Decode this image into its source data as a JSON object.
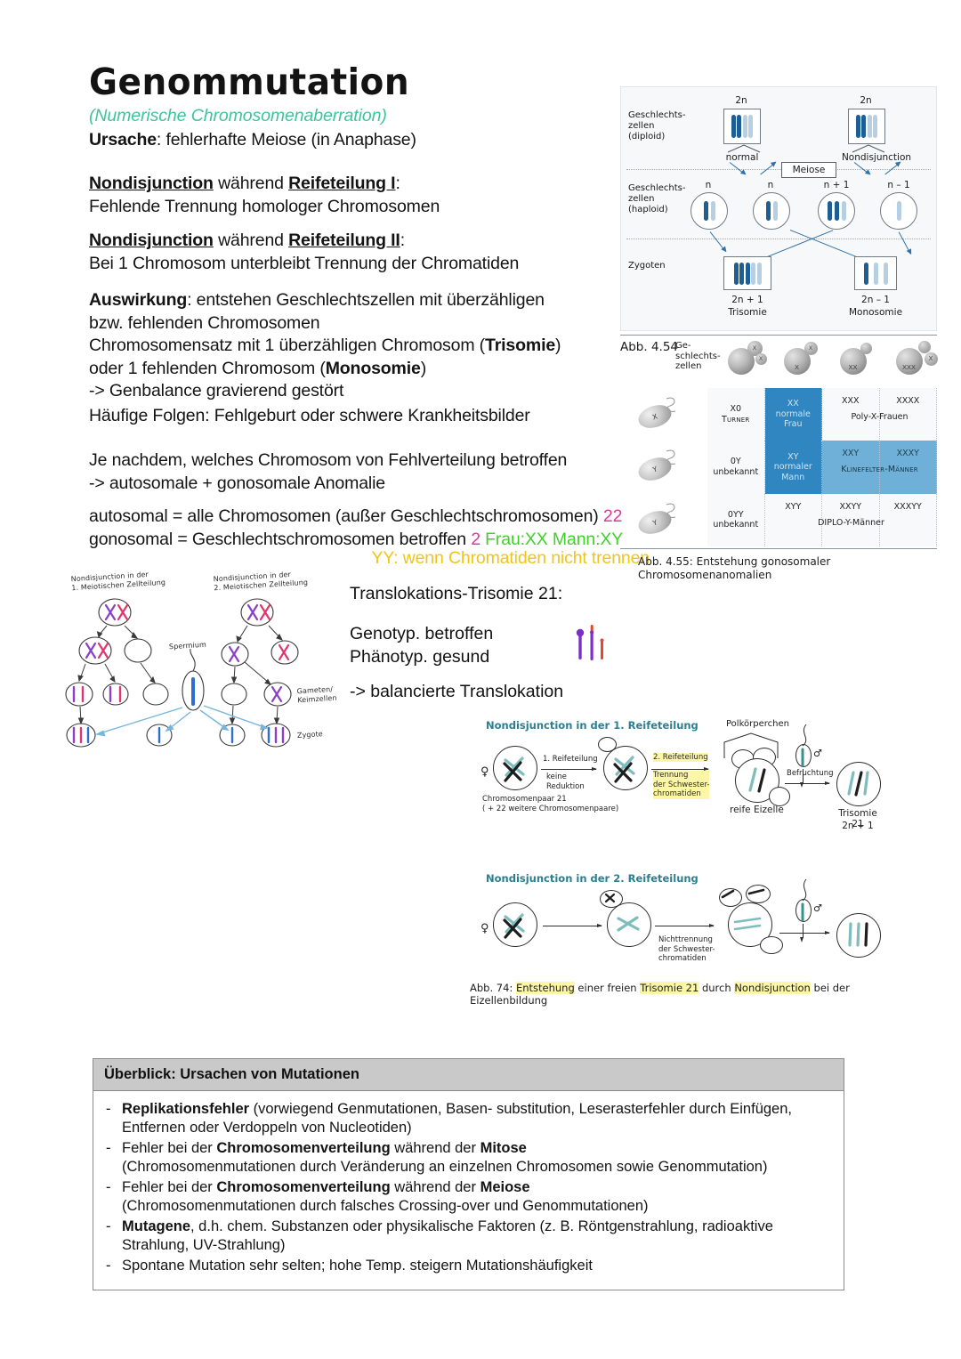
{
  "document": {
    "title": "Genommutation",
    "subtitle": "(Numerische Chromosomenaberration)"
  },
  "notes": {
    "ursache_label": "Ursache",
    "ursache_text": ": fehlerhafte Meiose (in Anaphase)",
    "nd1_head_a": "Nondisjunction",
    "nd1_head_b": " während ",
    "nd1_head_c": "Reifeteilung I",
    "nd1_head_colon": ":",
    "nd1_body": "Fehlende Trennung homologer Chromosomen",
    "nd2_head_a": "Nondisjunction",
    "nd2_head_b": " während ",
    "nd2_head_c": "Reifeteilung II",
    "nd2_head_colon": ":",
    "nd2_body": "Bei 1 Chromosom unterbleibt Trennung der Chromatiden",
    "auswirkung_label": "Auswirkung",
    "auswirkung_l1": ": entstehen Geschlechtszellen mit überzähligen",
    "auswirkung_l2": "bzw. fehlenden Chromosomen",
    "auswirkung_l3a": "Chromosomensatz mit 1 überzähligen Chromosom (",
    "auswirkung_l3b": "Trisomie",
    "auswirkung_l3c": ")",
    "auswirkung_l4a": "oder 1 fehlenden Chromosom (",
    "auswirkung_l4b": "Monosomie",
    "auswirkung_l4c": ")",
    "auswirkung_l5": "-> Genbalance gravierend gestört",
    "folgen": "Häufige Folgen: Fehlgeburt oder schwere Krankheitsbilder",
    "jenachdem_l1": "Je nachdem, welches Chromosom von Fehlverteilung betroffen",
    "jenachdem_l2": "-> autosomale + gonosomale Anomalie",
    "autosomal_text": "autosomal = alle Chromosomen (außer Geschlechtschromosomen) ",
    "autosomal_num": "22",
    "gonosomal_text": "gonosomal = Geschlechtschromosomen betroffen ",
    "gonosomal_num": "2",
    "gonosomal_xx_xy": " Frau:XX Mann:XY",
    "yy_line": "YY: wenn Chromatiden nicht trennen"
  },
  "translokation": {
    "heading": "Translokations-Trisomie 21:",
    "genotyp": "Genotyp. betroffen",
    "phaenotyp": "Phänotyp. gesund",
    "balanciert": "-> balancierte Translokation",
    "glyph_colors": [
      "#7b2fc4",
      "#7b2fc4",
      "#e8452c",
      "#e8452c"
    ]
  },
  "fig_meiose": {
    "row1_label": "Geschlechts-\nzellen\n(diploid)",
    "row2_label": "Geschlechts-\nzellen\n(haploid)",
    "row3_label": "Zygoten",
    "top_left_n": "2n",
    "top_right_n": "2n",
    "normal_label": "normal",
    "nondisjunction_label": "Nondisjunction",
    "meiose_box": "Meiose",
    "gamete_n1": "n",
    "gamete_n2": "n",
    "gamete_np1": "n + 1",
    "gamete_nm1": "n – 1",
    "zyg_left_n": "2n + 1",
    "zyg_left_name": "Trisomie",
    "zyg_right_n": "2n – 1",
    "zyg_right_name": "Monosomie",
    "colors": {
      "dark": "#1d5f92",
      "light": "#b7cfe2",
      "arrow": "#2f72a8"
    }
  },
  "fig_gonosomal": {
    "abb_number": "Abb. 4.54",
    "gamete_row_label": "Ge-\nschlechts-\nzellen",
    "egg_labels": [
      "X X",
      "X",
      "XX",
      "XXX X"
    ],
    "sperm_labels": [
      "X",
      "Y",
      "Y"
    ],
    "caption": "Abb. 4.55: Entstehung gonosomaler\nChromosomenanomalien",
    "rows": [
      {
        "sperm": "X",
        "cells": [
          {
            "genotype": "X0",
            "name": "Turner",
            "shade": "white"
          },
          {
            "genotype": "XX",
            "name": "normale\nFrau",
            "shade": "dark"
          },
          {
            "genotype": "XXX",
            "name": "",
            "shade": "white"
          },
          {
            "genotype": "XXXX",
            "name": "",
            "shade": "white"
          }
        ],
        "span_label": "Poly-X-Frauen"
      },
      {
        "sperm": "Y",
        "cells": [
          {
            "genotype": "0Y",
            "name": "unbekannt",
            "shade": "white"
          },
          {
            "genotype": "XY",
            "name": "normaler\nMann",
            "shade": "dark"
          },
          {
            "genotype": "XXY",
            "name": "",
            "shade": "mid"
          },
          {
            "genotype": "XXXY",
            "name": "",
            "shade": "mid"
          }
        ],
        "span_label": "Klinefelter-Männer"
      },
      {
        "sperm": "Y",
        "cells": [
          {
            "genotype": "0YY",
            "name": "unbekannt",
            "shade": "white"
          },
          {
            "genotype": "XYY",
            "name": "",
            "shade": "white"
          },
          {
            "genotype": "XXYY",
            "name": "",
            "shade": "white"
          },
          {
            "genotype": "XXXYY",
            "name": "",
            "shade": "white"
          }
        ],
        "span_label": "DIPLO-Y-Männer"
      }
    ],
    "colors": {
      "dark": "#2f86c0",
      "mid": "#6fb0d8",
      "white": "#f7f9fa"
    }
  },
  "fig_hand": {
    "head_left": "Nondisjunction in der\n1. Meiotischen Zellteilung",
    "head_right": "Nondisjunction in der\n2. Meiotischen Zellteilung",
    "spermium": "Spermium",
    "gameten": "Gameten/\nKeimzellen",
    "zygote": "Zygote",
    "colors": {
      "purple": "#8b3fc9",
      "red": "#e0366f",
      "blue": "#2c6fd1",
      "sperm": "#74b6e0"
    }
  },
  "fig_abb74": {
    "head1": "Nondisjunction in der 1. Reifeteilung",
    "head2": "Nondisjunction in der 2. Reifeteilung",
    "polkoerperchen": "Polkörperchen",
    "step1": "1. Reifeteilung",
    "step1b": "keine\nReduktion",
    "chrpaar": "Chromosomenpaar 21",
    "chrpaar2": "( + 22 weitere Chromosomenpaare)",
    "step2": "2. Reifeteilung",
    "step2b": "Trennung\nder Schwester-\nchromatiden",
    "reife_eizelle": "reife Eizelle",
    "befruchtung": "Befruchtung",
    "trisomie": "Trisomie 21",
    "trisomie_n": "2n + 1",
    "nichttrennung": "Nichttrennung\nder Schwester-\nchromatiden",
    "female_symbol": "♀",
    "male_symbol": "♂",
    "caption_a": "Abb. 74: ",
    "caption_b": "Entstehung",
    "caption_c": " einer freien ",
    "caption_d": "Trisomie 21",
    "caption_e": " durch ",
    "caption_f": "Nondisjunction",
    "caption_g": " bei der Eizellenbildung",
    "colors": {
      "teal": "#2b7f8f",
      "chrom_teal": "#5fa8a8",
      "chrom_dark": "#1e1e1e",
      "highlight": "#fdf6a6"
    }
  },
  "overview": {
    "title": "Überblick: Ursachen von Mutationen",
    "dash": "-",
    "items": [
      {
        "bold": "Replikationsfehler",
        "rest": " (vorwiegend Genmutationen, Basen- substitution, Leserasterfehler durch Einfügen, Entfernen oder Verdoppeln von Nucleotiden)"
      },
      {
        "pre": "Fehler bei der ",
        "bold": "Chromosomenverteilung",
        "mid": " während der ",
        "bold2": "Mitose",
        "rest": " (Chromosomenmutationen durch Veränderung an einzelnen Chromosomen sowie Genommutation)"
      },
      {
        "pre": "Fehler bei der ",
        "bold": "Chromosomenverteilung",
        "mid": " während der ",
        "bold2": "Meiose",
        "rest": " (Chromosomenmutationen durch falsches Crossing-over und Genommutationen)"
      },
      {
        "bold": "Mutagene",
        "rest": ", d.h. chem. Substanzen oder physikalische Faktoren (z. B. Röntgenstrahlung, radioaktive Strahlung, UV-Strahlung)"
      },
      {
        "plain": "Spontane Mutation sehr selten; hohe Temp. steigern Mutationshäufigkeit"
      }
    ]
  }
}
